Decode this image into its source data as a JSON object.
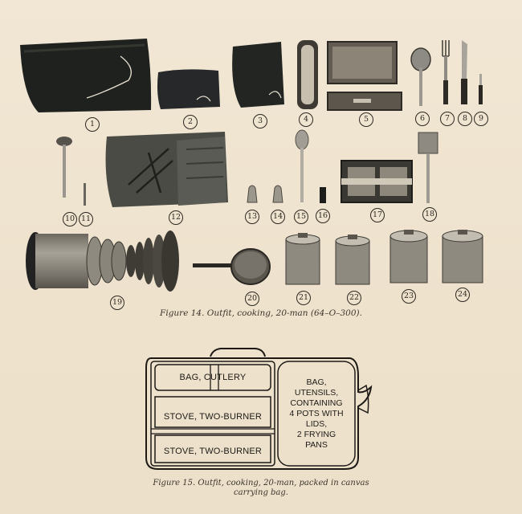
{
  "figure14": {
    "caption": "Figure 14.  Outfit, cooking, 20-man (64–O–300).",
    "item_numbers": [
      "1",
      "2",
      "3",
      "4",
      "5",
      "6",
      "7",
      "8",
      "9",
      "10",
      "11",
      "12",
      "13",
      "14",
      "15",
      "16",
      "17",
      "18",
      "19",
      "20",
      "21",
      "22",
      "23",
      "24"
    ]
  },
  "figure15": {
    "caption_line1": "Figure 15.  Outfit, cooking, 20-man, packed in canvas",
    "caption_line2": "carrying bag.",
    "compartments": {
      "bag_cutlery": "BAG,  CUTLERY",
      "stove_top": "STOVE,  TWO-BURNER",
      "stove_bottom": "STOVE,  TWO-BURNER",
      "bag_utensils": [
        "BAG,",
        "UTENSILS,",
        "CONTAINING",
        "4 POTS WITH",
        "LIDS,",
        "2 FRYING",
        "PANS"
      ]
    }
  }
}
